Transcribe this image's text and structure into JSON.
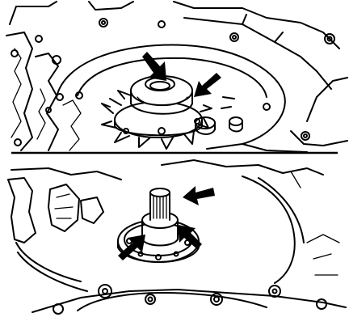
{
  "figure": {
    "panels": [
      {
        "id": "top",
        "callouts": 2
      },
      {
        "id": "bottom",
        "callouts": 3
      }
    ],
    "colors": {
      "line": "#000000",
      "background": "#ffffff"
    }
  }
}
